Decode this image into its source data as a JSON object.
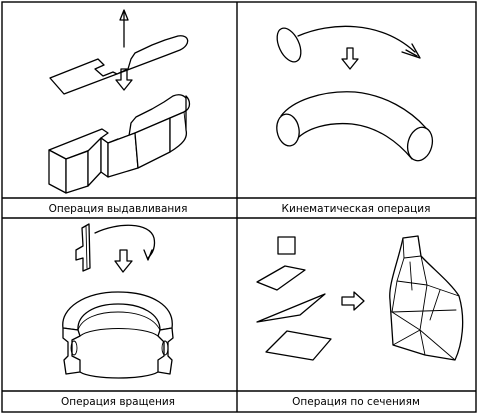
{
  "panels": [
    {
      "id": "extrude",
      "caption": "Операция выдавливания"
    },
    {
      "id": "kinematic",
      "caption": "Кинематическая операция"
    },
    {
      "id": "revolve",
      "caption": "Операция вращения"
    },
    {
      "id": "loft",
      "caption": "Операция  по сечениям"
    }
  ]
}
